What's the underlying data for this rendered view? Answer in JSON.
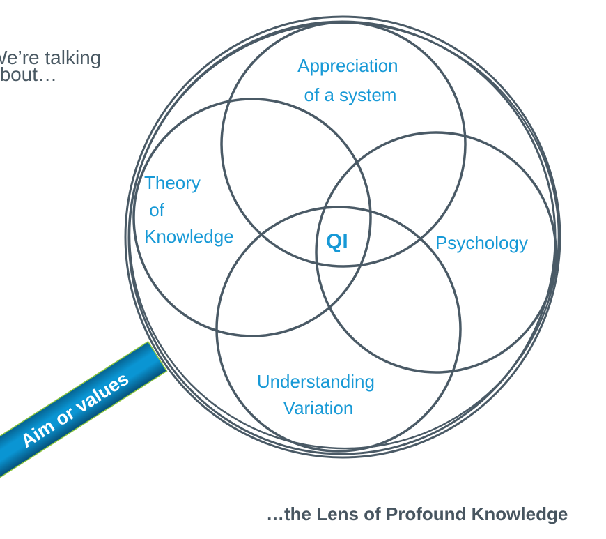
{
  "intro": {
    "line1": "We’re talking",
    "line2": "about…"
  },
  "diagram": {
    "title": "Lens of Profound Knowledge",
    "handle": {
      "label": "Aim or values",
      "color": "#0a8fcc",
      "outline_color": "#8cc63f"
    },
    "lens_ring_color": "#4a5a66",
    "center_label": "QI",
    "label_color": "#1799d6",
    "circles": [
      {
        "id": "appreciation",
        "lines": [
          "Appreciation",
          "of a system"
        ]
      },
      {
        "id": "knowledge",
        "lines": [
          "Theory",
          " of",
          "Knowledge"
        ]
      },
      {
        "id": "psychology",
        "lines": [
          "Psychology"
        ]
      },
      {
        "id": "variation",
        "lines": [
          "Understanding",
          "Variation"
        ]
      }
    ]
  },
  "caption": "…the Lens of Profound Knowledge"
}
